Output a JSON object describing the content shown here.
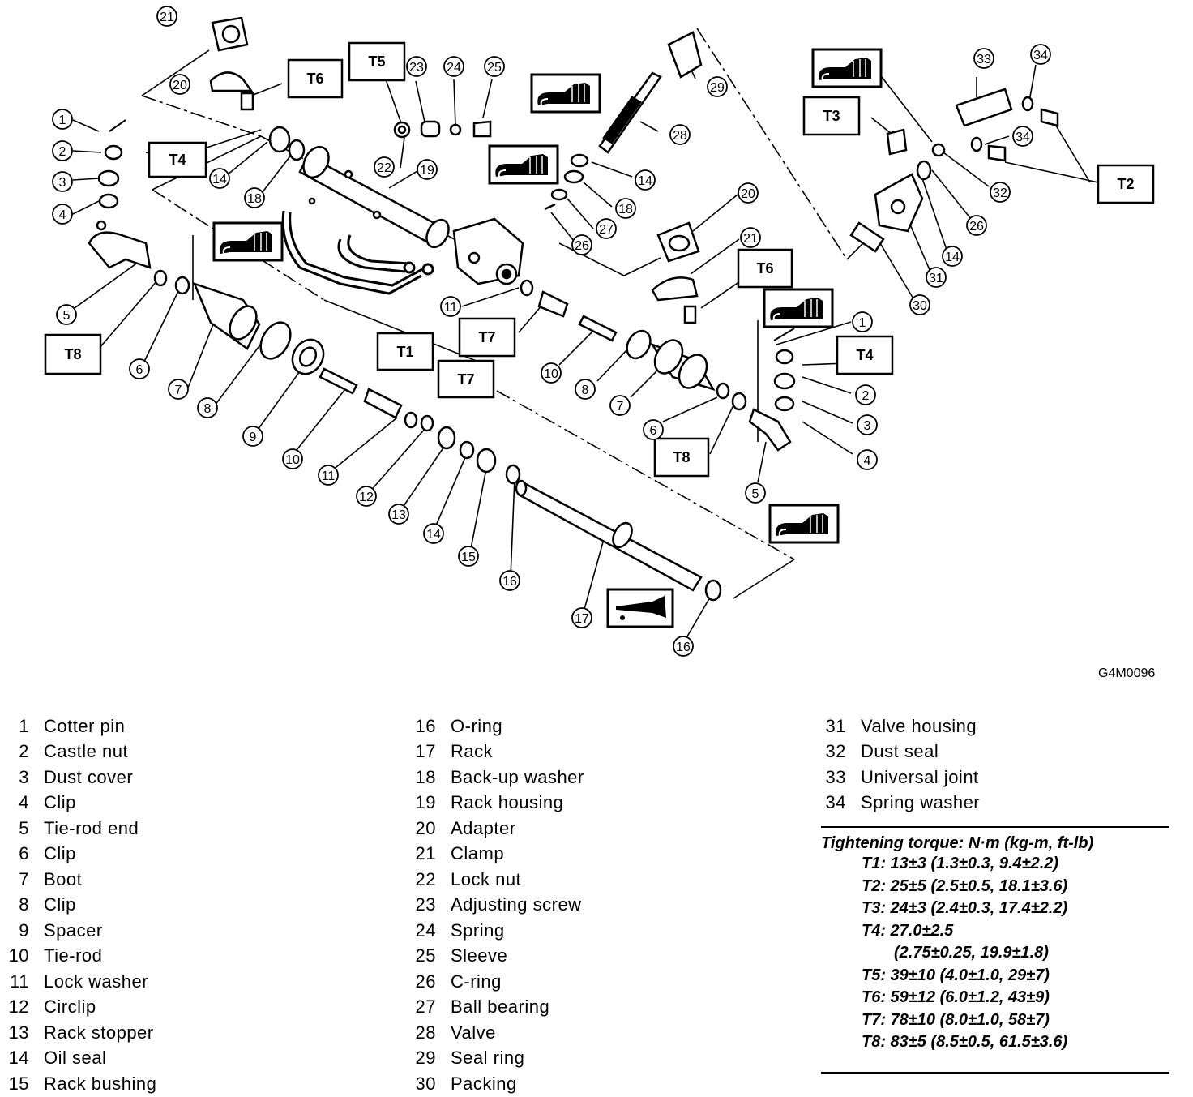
{
  "figure_id": "G4M0096",
  "callouts": [
    "1",
    "2",
    "3",
    "4",
    "5",
    "6",
    "7",
    "8",
    "9",
    "10",
    "11",
    "12",
    "13",
    "14",
    "15",
    "16",
    "17",
    "18",
    "19",
    "20",
    "21",
    "22",
    "23",
    "24",
    "25",
    "26",
    "27",
    "28",
    "29",
    "30",
    "31",
    "32",
    "33",
    "34"
  ],
  "torque_tags": [
    "T1",
    "T2",
    "T3",
    "T4",
    "T5",
    "T6",
    "T7",
    "T8"
  ],
  "legend_col1": [
    {
      "num": "1",
      "name": "Cotter pin"
    },
    {
      "num": "2",
      "name": "Castle nut"
    },
    {
      "num": "3",
      "name": "Dust cover"
    },
    {
      "num": "4",
      "name": "Clip"
    },
    {
      "num": "5",
      "name": "Tie-rod end"
    },
    {
      "num": "6",
      "name": "Clip"
    },
    {
      "num": "7",
      "name": "Boot"
    },
    {
      "num": "8",
      "name": "Clip"
    },
    {
      "num": "9",
      "name": "Spacer"
    },
    {
      "num": "10",
      "name": "Tie-rod"
    },
    {
      "num": "11",
      "name": "Lock washer"
    },
    {
      "num": "12",
      "name": "Circlip"
    },
    {
      "num": "13",
      "name": "Rack stopper"
    },
    {
      "num": "14",
      "name": "Oil seal"
    },
    {
      "num": "15",
      "name": "Rack bushing"
    }
  ],
  "legend_col2": [
    {
      "num": "16",
      "name": "O-ring"
    },
    {
      "num": "17",
      "name": "Rack"
    },
    {
      "num": "18",
      "name": "Back-up washer"
    },
    {
      "num": "19",
      "name": "Rack housing"
    },
    {
      "num": "20",
      "name": "Adapter"
    },
    {
      "num": "21",
      "name": "Clamp"
    },
    {
      "num": "22",
      "name": "Lock nut"
    },
    {
      "num": "23",
      "name": "Adjusting screw"
    },
    {
      "num": "24",
      "name": "Spring"
    },
    {
      "num": "25",
      "name": "Sleeve"
    },
    {
      "num": "26",
      "name": "C-ring"
    },
    {
      "num": "27",
      "name": "Ball bearing"
    },
    {
      "num": "28",
      "name": "Valve"
    },
    {
      "num": "29",
      "name": "Seal ring"
    },
    {
      "num": "30",
      "name": "Packing"
    }
  ],
  "legend_col3": [
    {
      "num": "31",
      "name": "Valve housing"
    },
    {
      "num": "32",
      "name": "Dust seal"
    },
    {
      "num": "33",
      "name": "Universal joint"
    },
    {
      "num": "34",
      "name": "Spring washer"
    }
  ],
  "torque": {
    "title": "Tightening torque: N·m (kg-m, ft-lb)",
    "lines": [
      "T1: 13±3 (1.3±0.3, 9.4±2.2)",
      "T2: 25±5 (2.5±0.5, 18.1±3.6)",
      "T3: 24±3 (2.4±0.3, 17.4±2.2)",
      "T4: 27.0±2.5",
      "(2.75±0.25, 19.9±1.8)",
      "T5: 39±10 (4.0±1.0, 29±7)",
      "T6: 59±12 (6.0±1.2, 43±9)",
      "T7: 78±10 (8.0±1.0, 58±7)",
      "T8: 83±5 (8.5±0.5, 61.5±3.6)"
    ]
  },
  "colors": {
    "ink": "#000000",
    "paper": "#ffffff"
  }
}
